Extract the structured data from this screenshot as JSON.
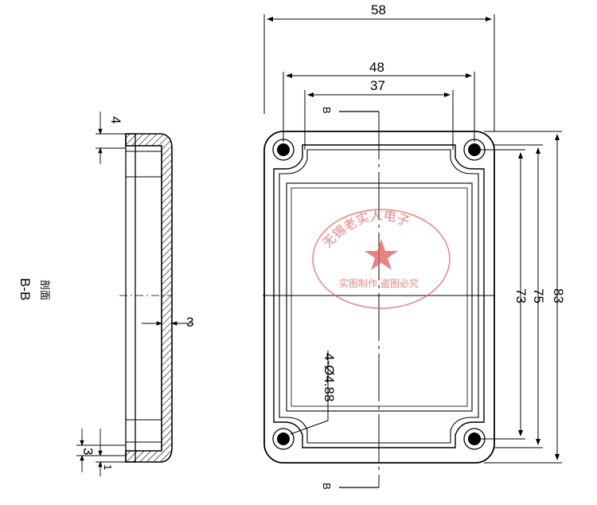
{
  "dimensions": {
    "width_58": "58",
    "width_48": "48",
    "width_37": "37",
    "height_73": "73",
    "height_75": "75",
    "height_83": "83",
    "hole_callout": "4-Ø4.88",
    "wall_3": "3",
    "top_4": "4",
    "bottom_3": "3",
    "bottom_1": "1"
  },
  "section": {
    "marker_top": "B",
    "marker_bottom": "B",
    "label_line1": "B-B",
    "label_line2": "剖面"
  },
  "watermark": {
    "arc_text": "无锡老实人电子",
    "bottom_text": "实图制作 盗图必究",
    "color": "#e05a5a"
  }
}
